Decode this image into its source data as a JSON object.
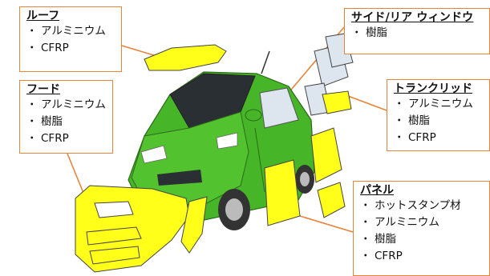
{
  "callouts": {
    "roof": {
      "title": "ルーフ",
      "items": [
        "アルミニウム",
        "CFRP"
      ]
    },
    "side": {
      "title": "サイド/リア ウィンドウ",
      "items": [
        "樹脂"
      ]
    },
    "hood": {
      "title": "フード",
      "items": [
        "アルミニウム",
        "樹脂",
        "CFRP"
      ]
    },
    "trunk": {
      "title": "トランクリッド",
      "items": [
        "アルミニウム",
        "樹脂",
        "CFRP"
      ]
    },
    "panel": {
      "title": "パネル",
      "items": [
        "ホットスタンプ材",
        "アルミニウム",
        "樹脂",
        "CFRP"
      ]
    }
  },
  "bullet": "・",
  "colors": {
    "border": "#e8833a",
    "leader": "#e8833a",
    "part_fill": "#ffff1a",
    "window_fill": "#dde6ee",
    "car_body": "#46b528",
    "tire": "#333333"
  }
}
